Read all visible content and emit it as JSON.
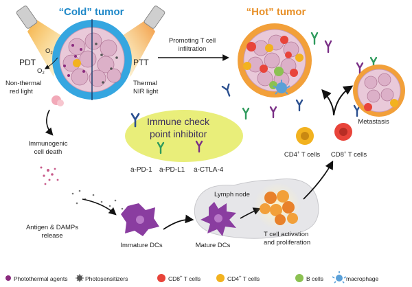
{
  "cold_tumor": {
    "title_quote_open": "“",
    "title_word": "Cold",
    "title_quote_close": "”",
    "title_suffix": " tumor"
  },
  "hot_tumor": {
    "title_quote_open": "“",
    "title_word": "Hot",
    "title_quote_close": "”",
    "title_suffix": " tumor"
  },
  "left_therapy": {
    "name": "PDT",
    "o2_top": "O",
    "o2_top_sub": "2",
    "o2_bottom": "O",
    "o2_bottom_sub": "2",
    "light_line1": "Non-thermal",
    "light_line2": "red light"
  },
  "right_therapy": {
    "name": "PTT",
    "light_line1": "Thermal",
    "light_line2": "NIR light"
  },
  "arrow_infiltration": {
    "line1": "Promoting T cell",
    "line2": "infiltration"
  },
  "icd": {
    "line1": "Immunogenic",
    "line2": "cell death"
  },
  "checkpoint": {
    "line1": "Immune check",
    "line2": "point inhibitor",
    "pd1": "a-PD-1",
    "pdl1": "a-PD-L1",
    "ctla4": "a-CTLA-4"
  },
  "antigen": {
    "line1": "Antigen & DAMPs",
    "line2": "release"
  },
  "dcs": {
    "immature": "Immature DCs",
    "mature": "Mature DCs"
  },
  "lymph": {
    "label": "Lymph node",
    "act_line1": "T cell activation",
    "act_line2": "and proliferation"
  },
  "tcells": {
    "cd4_base": "CD4",
    "cd4_sup": "+",
    "cd8_base": "CD8",
    "cd8_sup": "+",
    "suffix": " T cells"
  },
  "metastasis": "Metastasis",
  "legend": [
    {
      "key": "photothermal",
      "label": "Photothermal agents"
    },
    {
      "key": "photosens",
      "label": "Photosensitizers"
    },
    {
      "key": "cd8",
      "label_base": "CD8",
      "label_sup": "+",
      "label_suffix": " T cells"
    },
    {
      "key": "cd4",
      "label_base": "CD4",
      "label_sup": "+",
      "label_suffix": " T cells"
    },
    {
      "key": "bcell",
      "label": "B cells"
    },
    {
      "key": "macrophage",
      "label": "macrophage"
    }
  ],
  "colors": {
    "cold_title": "#1e88c8",
    "hot_title": "#e8912a",
    "checkpoint_bg": "#e9ee7a",
    "pd1": "#2a4f8f",
    "pdl1": "#7a2f86",
    "ctla4": "#2e9a5c",
    "cd8": "#e8443a",
    "cd4": "#f2b21f",
    "bcell": "#8cc152",
    "macrophage": "#5aa0d8",
    "photothermal": "#8a2a7e",
    "photosens": "#555555",
    "dc": "#8a3da0"
  }
}
